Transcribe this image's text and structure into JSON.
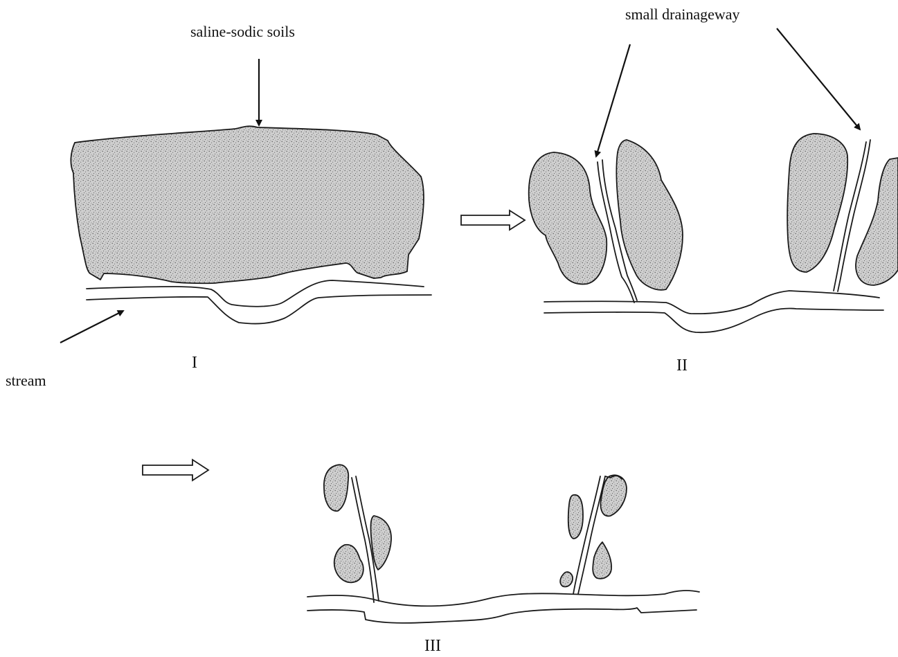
{
  "labels": {
    "saline_sodic_soils": "saline-sodic soils",
    "small_drainageway": "small drainageway",
    "stream": "stream"
  },
  "stages": [
    "I",
    "II",
    "III"
  ],
  "colors": {
    "line": "#1a1a1a",
    "soil_fill": "#c8c8c8",
    "soil_speckle": "#5a5a5a",
    "background": "#ffffff"
  }
}
